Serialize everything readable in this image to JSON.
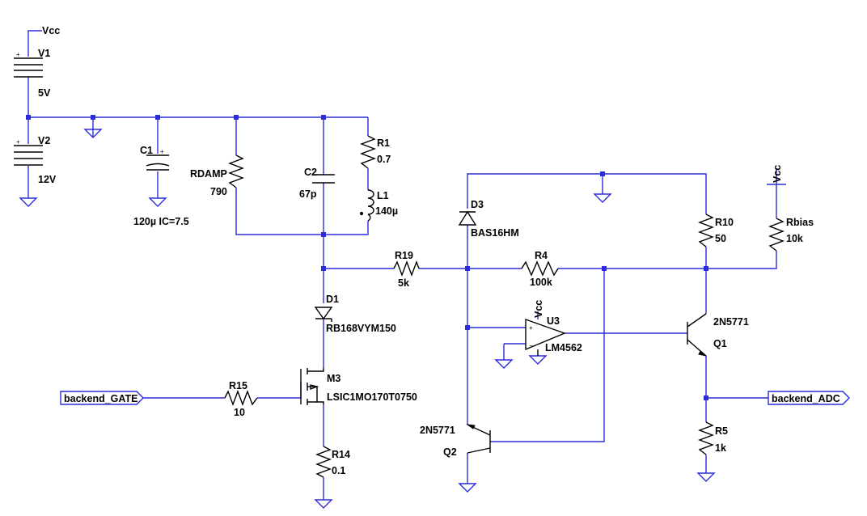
{
  "components": {
    "V1": {
      "ref": "V1",
      "value": "5V"
    },
    "V2": {
      "ref": "V2",
      "value": "12V"
    },
    "C1": {
      "ref": "C1",
      "value": "120µ IC=7.5"
    },
    "RDAMP": {
      "ref": "RDAMP",
      "value": "790"
    },
    "C2": {
      "ref": "C2",
      "value": "67p"
    },
    "R1": {
      "ref": "R1",
      "value": "0.7"
    },
    "L1": {
      "ref": "L1",
      "value": "140µ"
    },
    "D3": {
      "ref": "D3",
      "value": "BAS16HM"
    },
    "R10": {
      "ref": "R10",
      "value": "50"
    },
    "Rbias": {
      "ref": "Rbias",
      "value": "10k"
    },
    "R19": {
      "ref": "R19",
      "value": "5k"
    },
    "R4": {
      "ref": "R4",
      "value": "100k"
    },
    "D1": {
      "ref": "D1",
      "value": "RB168VYM150"
    },
    "U3": {
      "ref": "U3",
      "value": "LM4562"
    },
    "Q1": {
      "ref": "Q1",
      "value": "2N5771"
    },
    "M3": {
      "ref": "M3",
      "value": "LSIC1MO170T0750"
    },
    "R15": {
      "ref": "R15",
      "value": "10"
    },
    "Q2": {
      "ref": "Q2",
      "value": "2N5771"
    },
    "R5": {
      "ref": "R5",
      "value": "1k"
    },
    "R14": {
      "ref": "R14",
      "value": "0.1"
    }
  },
  "nets": {
    "vcc_label": "Vcc",
    "port_gate": "backend_GATE",
    "port_adc": "backend_ADC"
  }
}
